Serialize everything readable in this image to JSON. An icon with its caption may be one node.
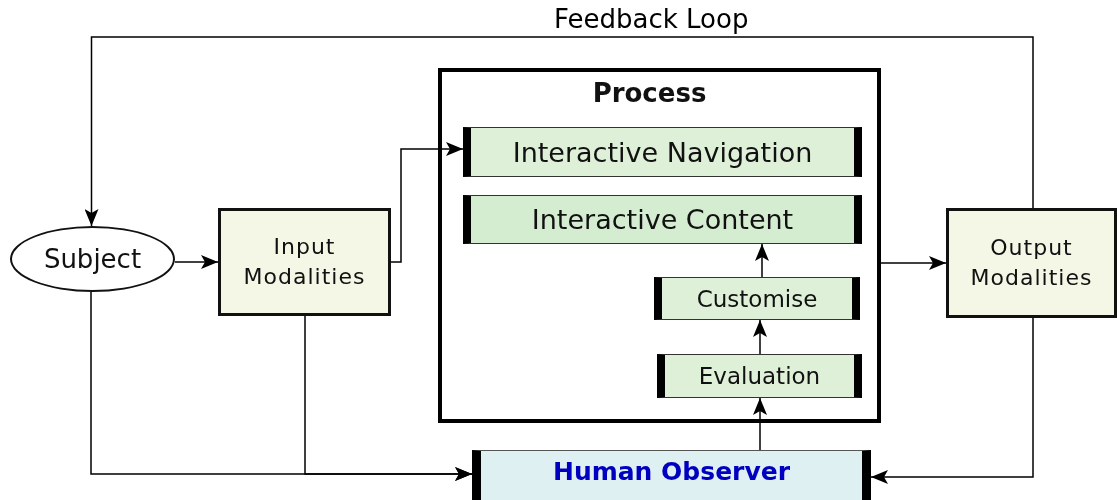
{
  "diagram": {
    "nodes": [
      {
        "text": [
          "Subject"
        ]
      },
      {
        "text": [
          "Input Modalities"
        ]
      },
      {
        "text": [
          "Process"
        ]
      },
      {
        "text": [
          "Interactive Navigation"
        ],
        "in": 2
      },
      {
        "text": [
          "Interactive Content"
        ],
        "in": 2
      },
      {
        "text": [
          "Customise"
        ],
        "in": 2
      },
      {
        "text": [
          "Evaluation"
        ],
        "in": 2
      },
      {
        "text": [
          "Human Observer"
        ]
      },
      {
        "text": [
          "Output Modalities"
        ]
      }
    ],
    "edges": [
      {
        "from": 0,
        "to": 1,
        "arrow": "to"
      },
      {
        "from": 1,
        "to": 3,
        "arrow": "to"
      },
      {
        "from": 2,
        "to": 8,
        "arrow": "to"
      },
      {
        "from": 8,
        "to": 0,
        "arrow": "to",
        "label": "Feedback Loop"
      },
      {
        "from": 0,
        "to": 7,
        "arrow": "to"
      },
      {
        "from": 1,
        "to": 7,
        "arrow": "to"
      },
      {
        "from": 8,
        "to": 7,
        "arrow": "to"
      },
      {
        "from": 7,
        "to": 6,
        "arrow": "to"
      },
      {
        "from": 6,
        "to": 5,
        "arrow": "to"
      },
      {
        "from": 5,
        "to": 4,
        "arrow": "to"
      }
    ]
  }
}
